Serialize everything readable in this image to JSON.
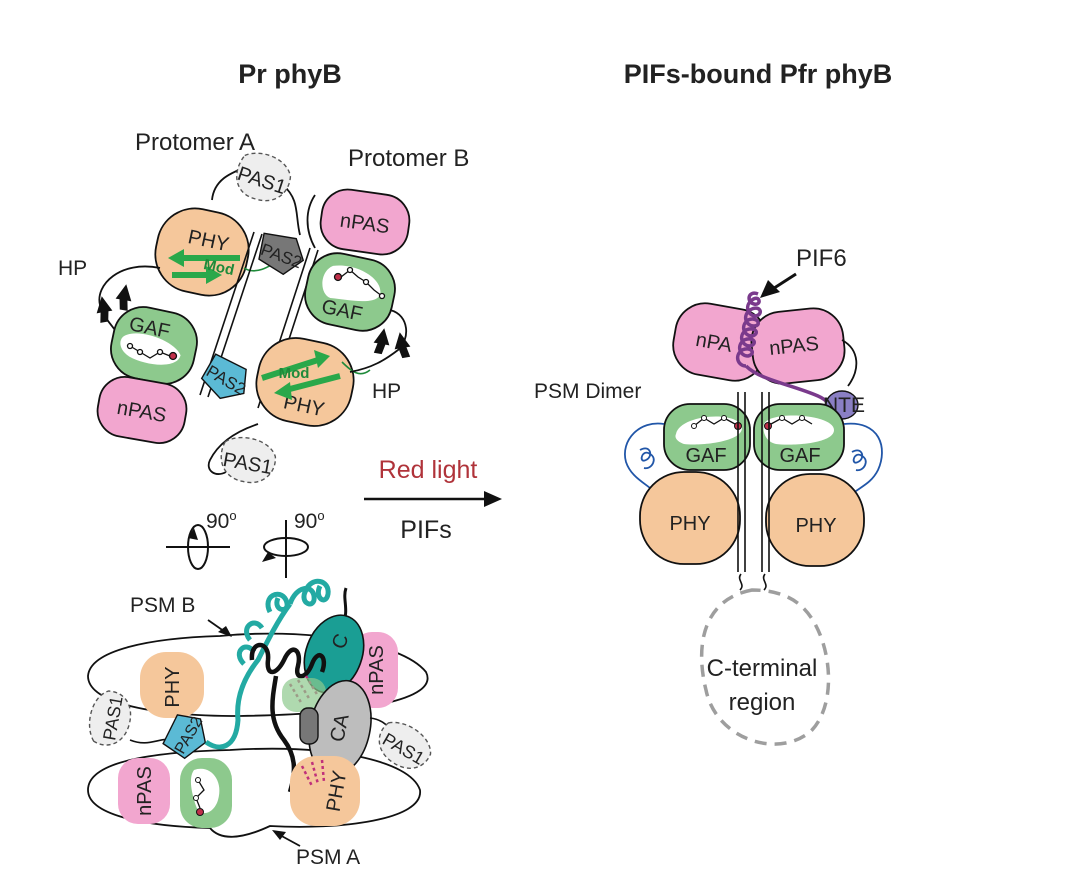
{
  "titles": {
    "left": "Pr phyB",
    "right": "PIFs-bound Pfr phyB"
  },
  "labels": {
    "protomer_a": "Protomer A",
    "protomer_b": "Protomer B",
    "hp": "HP",
    "mod": "Mod",
    "red_light": "Red light",
    "pifs": "PIFs",
    "degree": "90",
    "degree_sup": "o",
    "psm_b": "PSM B",
    "psm_a": "PSM A",
    "psm_dimer": "PSM Dimer",
    "pif6": "PIF6",
    "nte": "NTE",
    "c_terminal_1": "C-terminal",
    "c_terminal_2": "region"
  },
  "domains": {
    "phy": "PHY",
    "gaf": "GAF",
    "npas": "nPAS",
    "npa": "nPA",
    "pas1": "PAS1",
    "pas2": "PAS2",
    "ca": "CA",
    "c": "C"
  },
  "colors": {
    "phy": "#f5c79b",
    "gaf": "#8dc98d",
    "npas": "#f2a6cf",
    "pas1": "#eeeeee",
    "pas2_a": "#777777",
    "pas2_b": "#5bbad5",
    "green_arrow": "#2aa84a",
    "teal": "#23aaa3",
    "dark_teal": "#1a9e94",
    "ca": "#bdbdbd",
    "purple": "#7a3a8c",
    "nte": "#8a7fc4",
    "blue_linker": "#2156a8",
    "red_light": "#b0333a",
    "chromophore_dot": "#c0304a",
    "dashed": "#9e9e9e"
  }
}
